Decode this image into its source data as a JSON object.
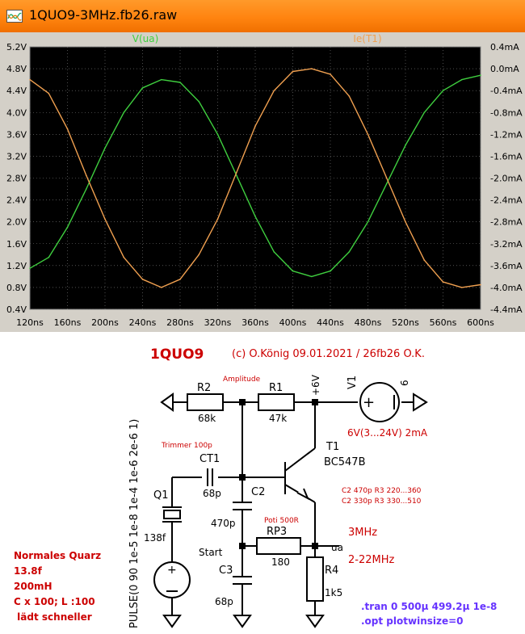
{
  "window": {
    "title": "1QUO9-3MHz.fb26.raw",
    "icon": "waveform-icon"
  },
  "chart_data": {
    "type": "line",
    "x": [
      120,
      140,
      160,
      180,
      200,
      220,
      240,
      260,
      280,
      300,
      320,
      340,
      360,
      380,
      400,
      420,
      440,
      460,
      480,
      500,
      520,
      540,
      560,
      580,
      600
    ],
    "xlabel_unit": "ns",
    "xlim": [
      120,
      600
    ],
    "xticks": [
      "120ns",
      "160ns",
      "200ns",
      "240ns",
      "280ns",
      "320ns",
      "360ns",
      "400ns",
      "440ns",
      "480ns",
      "520ns",
      "560ns",
      "600ns"
    ],
    "left_axis": {
      "ylim": [
        0.4,
        5.2
      ],
      "ticks": [
        "5.2V",
        "4.8V",
        "4.4V",
        "4.0V",
        "3.6V",
        "3.2V",
        "2.8V",
        "2.4V",
        "2.0V",
        "1.6V",
        "1.2V",
        "0.8V",
        "0.4V"
      ]
    },
    "right_axis": {
      "ylim": [
        -4.4,
        0.4
      ],
      "ticks": [
        "0.4mA",
        "0.0mA",
        "-0.4mA",
        "-0.8mA",
        "-1.2mA",
        "-1.6mA",
        "-2.0mA",
        "-2.4mA",
        "-2.8mA",
        "-3.2mA",
        "-3.6mA",
        "-4.0mA",
        "-4.4mA"
      ]
    },
    "grid": true,
    "background": "#000000",
    "series": [
      {
        "name": "V(ua)",
        "axis": "left",
        "color": "#3fcf3f",
        "values": [
          1.15,
          1.35,
          1.9,
          2.6,
          3.35,
          4.0,
          4.45,
          4.6,
          4.55,
          4.2,
          3.6,
          2.85,
          2.1,
          1.45,
          1.1,
          1.0,
          1.1,
          1.45,
          2.0,
          2.7,
          3.4,
          4.0,
          4.4,
          4.6,
          4.68
        ]
      },
      {
        "name": "Ie(T1)",
        "axis": "right",
        "color": "#f0a050",
        "values": [
          -0.2,
          -0.45,
          -1.1,
          -1.95,
          -2.75,
          -3.45,
          -3.85,
          -4.0,
          -3.85,
          -3.4,
          -2.75,
          -1.9,
          -1.05,
          -0.4,
          -0.05,
          0.0,
          -0.1,
          -0.5,
          -1.2,
          -2.0,
          -2.8,
          -3.5,
          -3.9,
          -4.0,
          -3.95
        ]
      }
    ]
  },
  "schematic": {
    "title": "1QUO9",
    "copyright": "(c) O.König 09.01.2021 / 26fb26 O.K.",
    "labels": {
      "amplitude": "Amplitude",
      "r2": "R2",
      "r2_val": "68k",
      "r1": "R1",
      "r1_val": "47k",
      "supply_node": "+6V",
      "v1": "V1",
      "v1_polarity": "6",
      "v1_desc": "6V(3...24V) 2mA",
      "t1": "T1",
      "t1_type": "BC547B",
      "trimmer": "Trimmer 100p",
      "ct1": "CT1",
      "ct1_val": "68p",
      "q1": "Q1",
      "q1_val": "138f",
      "c2": "C2",
      "c2_val": "470p",
      "c3": "C3",
      "c3_val": "68p",
      "note1": "C2 470p R3 220...360",
      "note2": "C2 330p R3 330...510",
      "poti": "Poti 500R",
      "rp3": "RP3",
      "rp3_val": "180",
      "out_node": "ua",
      "freq": "3MHz",
      "freq_range": "2-22MHz",
      "r4": "R4",
      "r4_val": "1k5",
      "start": "Start",
      "pulse": "PULSE(0 90 1e-5 1e-8 1e-4 1e-6 2e-6 1)"
    },
    "quartz_notes": [
      "Normales Quarz",
      "13.8f",
      "200mH",
      "C x 100;  L :100",
      " lädt schneller"
    ],
    "sim_commands": [
      ".tran 0 500µ 499.2µ 1e-8",
      ".opt plotwinsize=0"
    ],
    "colors": {
      "wire": "#000000",
      "component": "#000000",
      "title": "#cc0000",
      "note": "#cc0000",
      "directive": "#6633ff"
    }
  }
}
